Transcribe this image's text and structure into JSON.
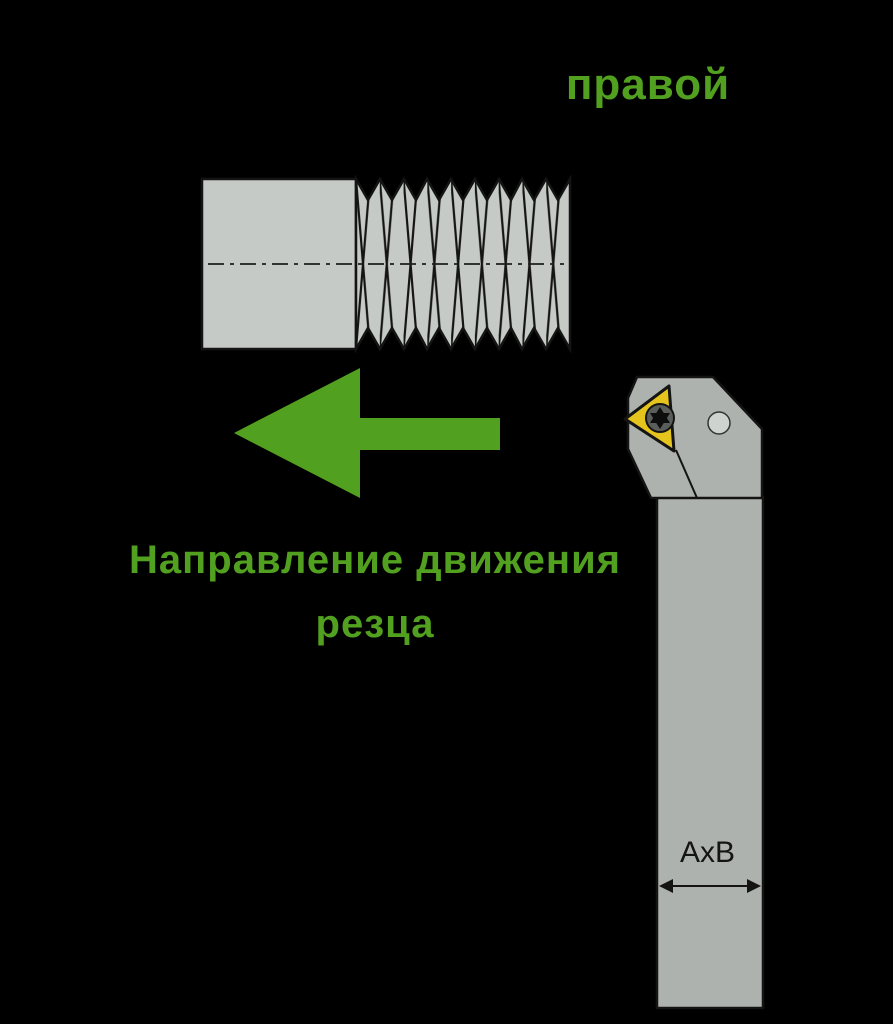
{
  "labels": {
    "thread_hand": "правой",
    "movement_line1": "Направление движения",
    "movement_line2": "резца",
    "dimension": "AxB"
  },
  "colors": {
    "background": "#000000",
    "green": "#52a01f",
    "workpiece_gray": "#c6cac6",
    "holder_gray": "#aeb2ae",
    "insert_yellow": "#e5c41e",
    "screw_gray": "#5a5e5a",
    "pin_gray": "#cfd3cf",
    "outline": "#141414",
    "dimension_text": "#141414"
  },
  "icons": {
    "direction_arrow": "arrow-left",
    "insert_screw": "torx-screw"
  }
}
